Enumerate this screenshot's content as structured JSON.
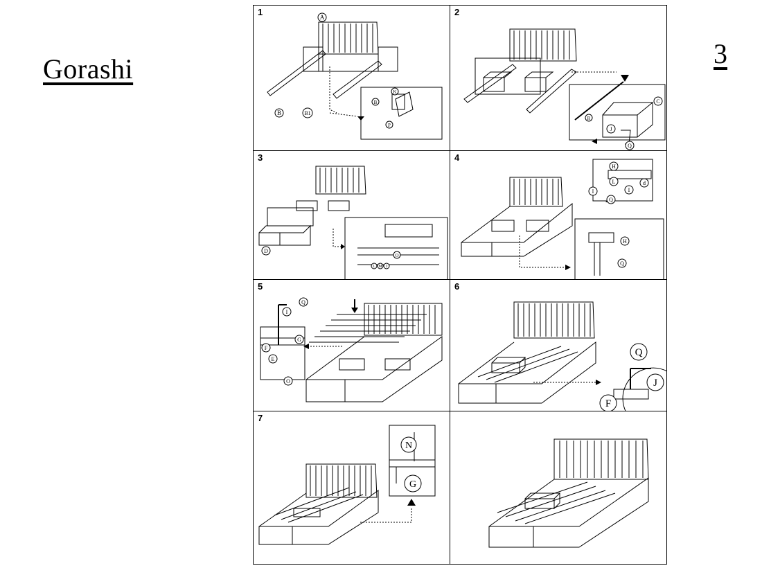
{
  "header": {
    "brand": "Gorashi",
    "page_number": "3"
  },
  "steps": [
    {
      "number": "1",
      "callouts": [
        "A",
        "B",
        "B1",
        "K",
        "B",
        "P"
      ]
    },
    {
      "number": "2",
      "callouts": [
        "C",
        "R",
        "J",
        "Q"
      ]
    },
    {
      "number": "3",
      "callouts": [
        "D",
        "O",
        "L",
        "M",
        "J"
      ]
    },
    {
      "number": "4",
      "callouts": [
        "H",
        "L",
        "I",
        "I",
        "d",
        "Q",
        "H",
        "Q"
      ]
    },
    {
      "number": "5",
      "callouts": [
        "Q",
        "I",
        "G",
        "F",
        "E",
        "O"
      ]
    },
    {
      "number": "6",
      "callouts": [
        "Q",
        "J",
        "F"
      ]
    },
    {
      "number": "7",
      "callouts": [
        "N",
        "G"
      ]
    },
    {
      "number": "",
      "callouts": []
    }
  ]
}
